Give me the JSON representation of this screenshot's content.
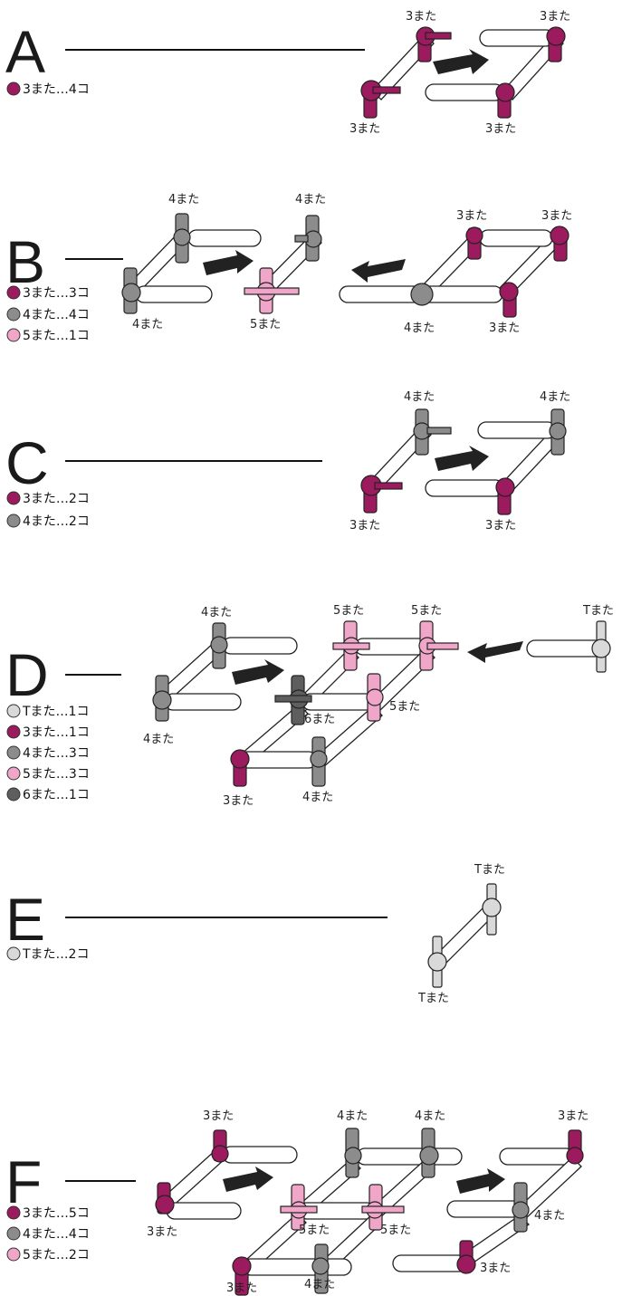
{
  "colors": {
    "c3": "#9c1a5e",
    "c4": "#8c8c8c",
    "c5": "#f0a6c8",
    "c6": "#5e5e5e",
    "cT": "#d9d9d9"
  },
  "sections": [
    {
      "letter": "A",
      "legend": [
        {
          "type": "c3",
          "text": "3また…4コ"
        }
      ],
      "labels": [
        "3また",
        "3また",
        "3また",
        "3また"
      ]
    },
    {
      "letter": "B",
      "legend": [
        {
          "type": "c3",
          "text": "3また…3コ"
        },
        {
          "type": "c4",
          "text": "4また…4コ"
        },
        {
          "type": "c5",
          "text": "5また…1コ"
        }
      ],
      "labels": [
        "4また",
        "4また",
        "4また",
        "5また",
        "3また",
        "3また",
        "4また",
        "3また"
      ]
    },
    {
      "letter": "C",
      "legend": [
        {
          "type": "c3",
          "text": "3また…2コ"
        },
        {
          "type": "c4",
          "text": "4また…2コ"
        }
      ],
      "labels": [
        "4また",
        "4また",
        "3また",
        "3また"
      ]
    },
    {
      "letter": "D",
      "legend": [
        {
          "type": "cT",
          "text": "Tまた…1コ"
        },
        {
          "type": "c3",
          "text": "3また…1コ"
        },
        {
          "type": "c4",
          "text": "4また…3コ"
        },
        {
          "type": "c5",
          "text": "5また…3コ"
        },
        {
          "type": "c6",
          "text": "6また…1コ"
        }
      ],
      "labels": [
        "4また",
        "5また",
        "5また",
        "Tまた",
        "4また",
        "6また",
        "5また",
        "3また",
        "4また"
      ]
    },
    {
      "letter": "E",
      "legend": [
        {
          "type": "cT",
          "text": "Tまた…2コ"
        }
      ],
      "labels": [
        "Tまた",
        "Tまた"
      ]
    },
    {
      "letter": "F",
      "legend": [
        {
          "type": "c3",
          "text": "3また…5コ"
        },
        {
          "type": "c4",
          "text": "4また…4コ"
        },
        {
          "type": "c5",
          "text": "5また…2コ"
        }
      ],
      "labels": [
        "3また",
        "4また",
        "4また",
        "3また",
        "3また",
        "5また",
        "5また",
        "4また",
        "3また",
        "4また",
        "3また"
      ]
    }
  ]
}
